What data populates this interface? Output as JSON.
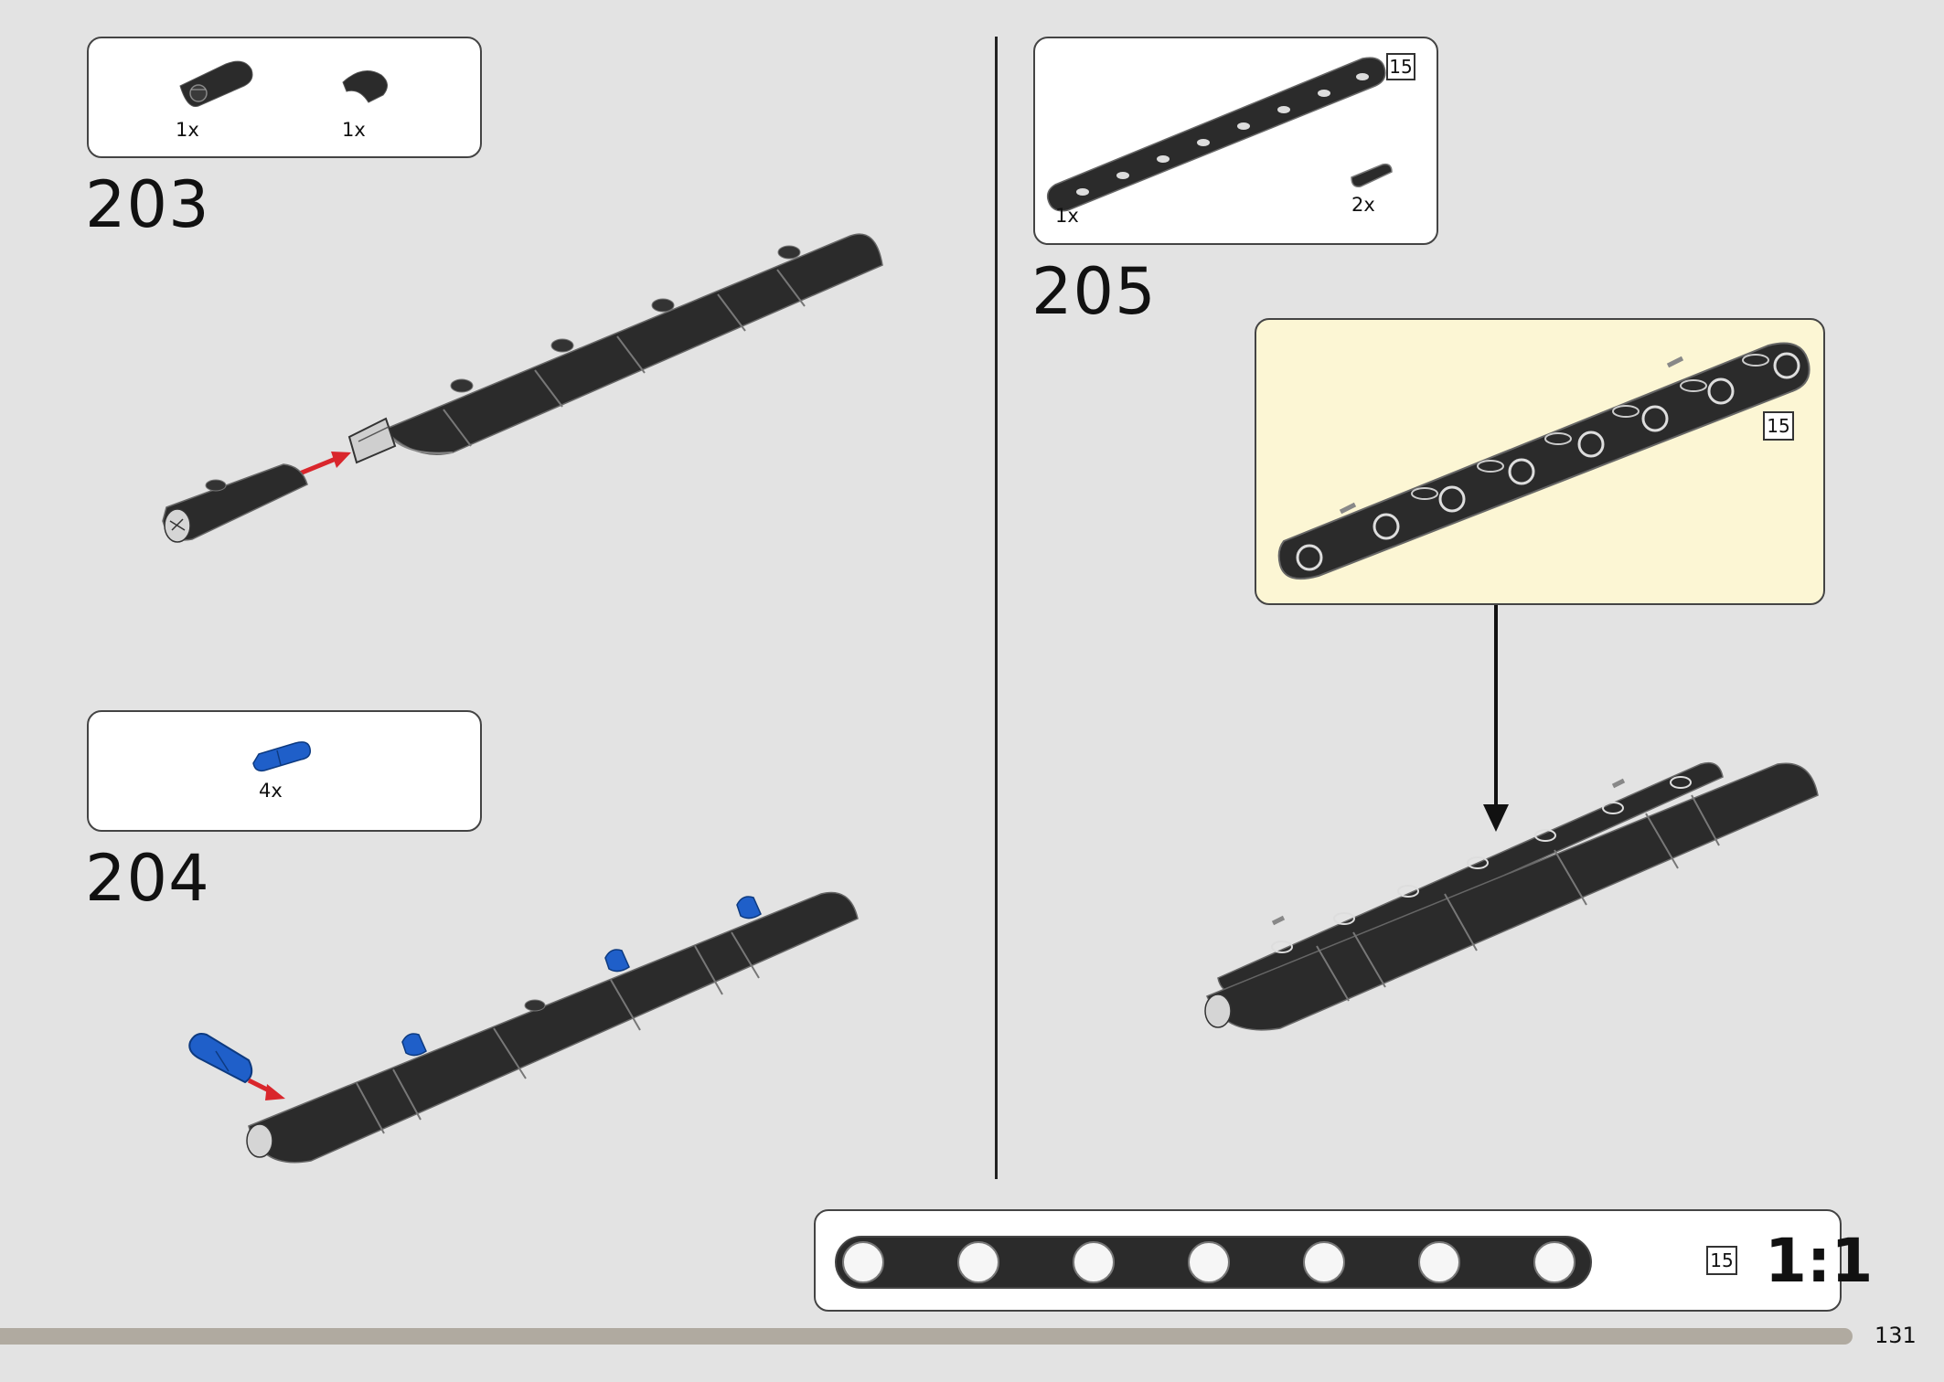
{
  "page_number": "131",
  "steps": [
    {
      "number": "203",
      "parts": [
        {
          "name": "curved-panel-with-pin-part",
          "qty": "1x"
        },
        {
          "name": "curved-panel-part",
          "qty": "1x"
        }
      ]
    },
    {
      "number": "204",
      "parts": [
        {
          "name": "blue-axle-pin-part",
          "qty": "4x"
        }
      ]
    },
    {
      "number": "205",
      "parts": [
        {
          "name": "liftarm-15-part",
          "qty": "1x"
        },
        {
          "name": "axle-pin-part",
          "qty": "2x"
        }
      ],
      "length_label": "15",
      "callout_length_label": "15"
    }
  ],
  "scale_bar": {
    "length_label": "15",
    "scale_text": "1:1"
  },
  "colors": {
    "background": "#e3e3e3",
    "part_dark": "#2b2b2b",
    "pin_blue": "#1f5fc9",
    "arrow_red": "#d9262c",
    "callout_bg": "#fcf6d4",
    "footer_bar": "#b0aaa0"
  }
}
